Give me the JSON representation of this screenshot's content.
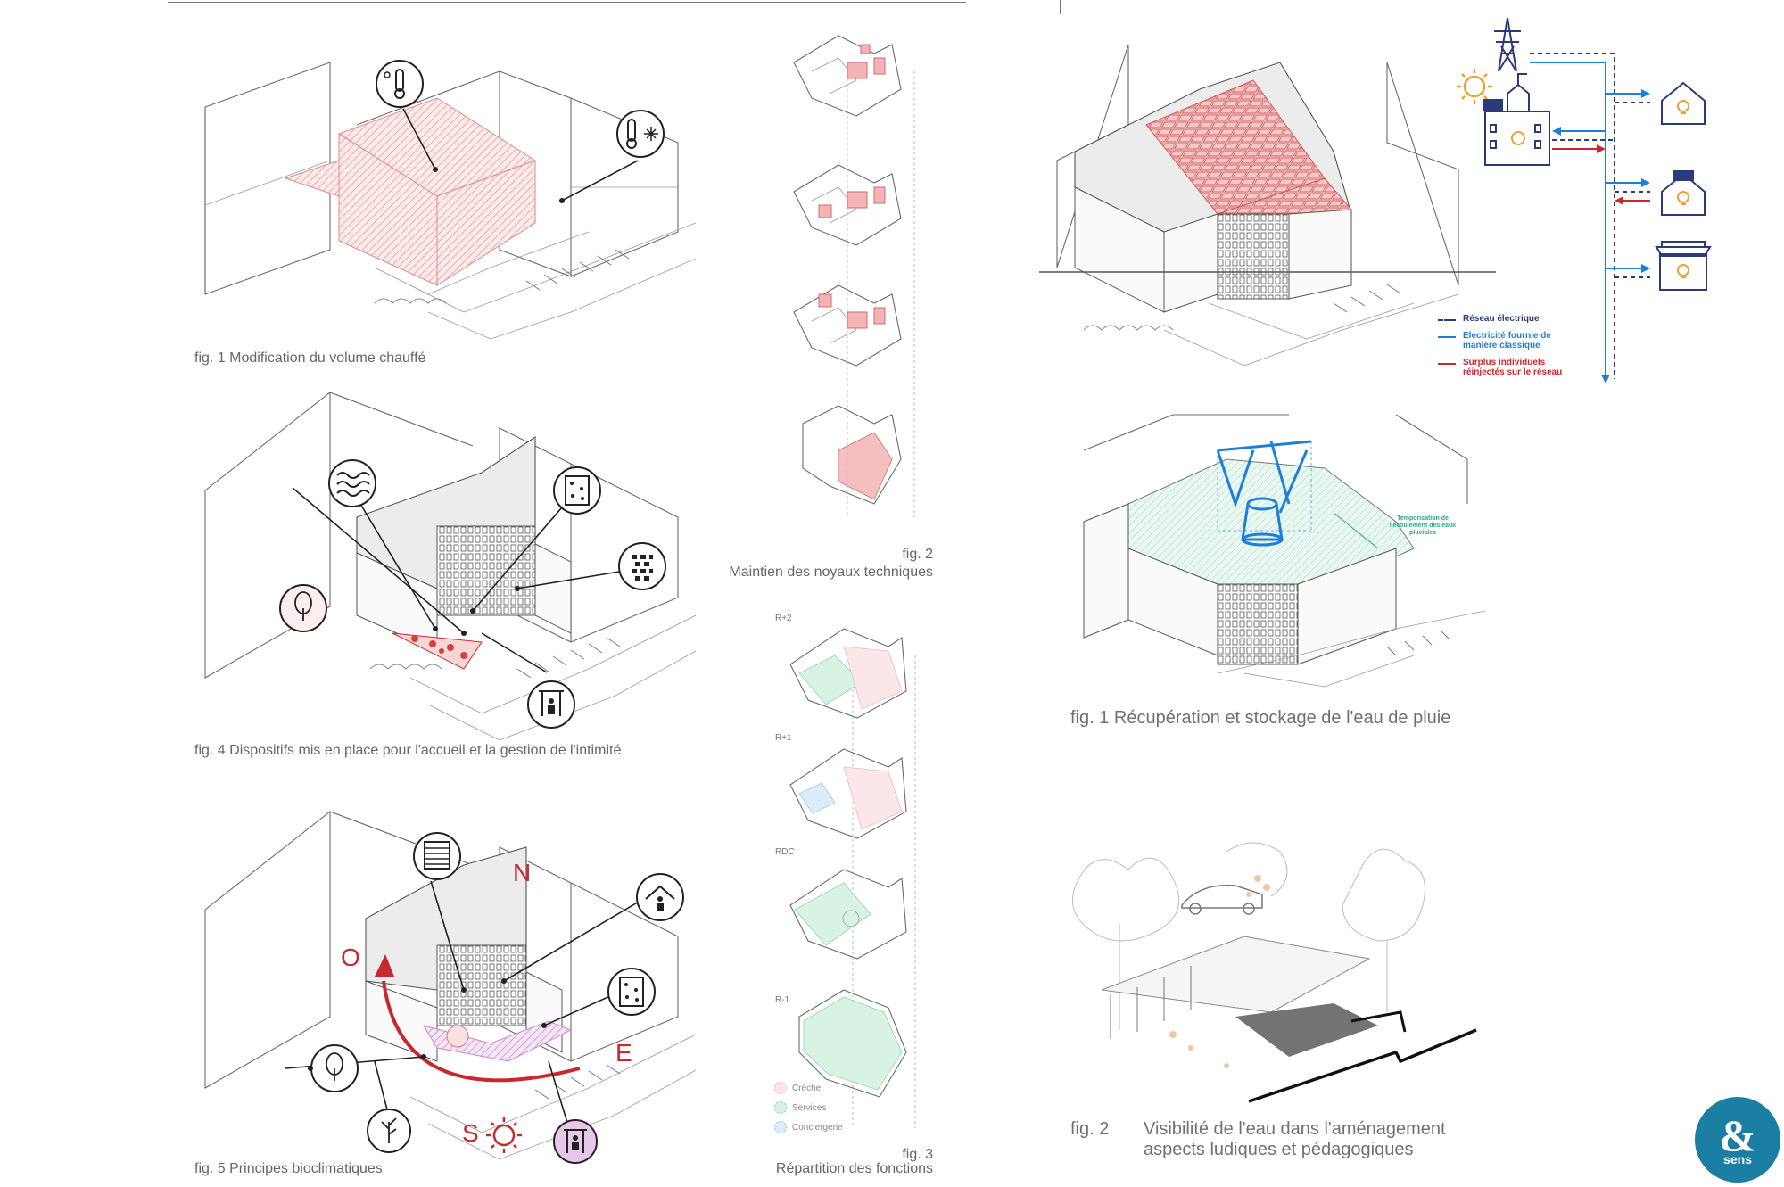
{
  "left_panel": {
    "fig1_caption": "fig. 1 Modification du volume chauffé",
    "fig4_caption": "fig. 4 Dispositifs mis en place pour l'accueil et la gestion de l'intimité",
    "fig5_caption": "fig. 5 Principes bioclimatiques",
    "compass": {
      "north": "N",
      "west": "O",
      "east": "E",
      "south": "S"
    },
    "fig2_num": "fig. 2",
    "fig2_caption": "Maintien des noyaux techniques",
    "fig3_num": "fig. 3",
    "fig3_caption": "Répartition des fonctions",
    "floor_labels": [
      "R+2",
      "R+1",
      "RDC",
      "R-1"
    ],
    "function_legend": [
      {
        "label": "Crèche",
        "color": "#f5b8c0"
      },
      {
        "label": "Services",
        "color": "#8fd6b4"
      },
      {
        "label": "Conciergerie",
        "color": "#9cc8ee"
      }
    ]
  },
  "right_panel": {
    "network_legend": [
      {
        "label": "Réseau électrique",
        "color": "#2b3a78",
        "style": "dashed"
      },
      {
        "label": "Electricité fournie de manière classique",
        "color": "#1f7fd6",
        "style": "solid"
      },
      {
        "label": "Surplus individuels réinjectés sur le réseau",
        "color": "#c8282e",
        "style": "solid"
      }
    ],
    "water_annotation": "Temporisation de l'écoulement des eaux pluviales",
    "rain_caption": "fig. 1 Récupération et stockage de l'eau de pluie",
    "water_caption_num": "fig. 2",
    "water_caption_line1": "Visibilité de l'eau dans l'aménagement",
    "water_caption_line2": "aspects ludiques et pédagogiques",
    "logo_text": "sens"
  },
  "colors": {
    "accent_red": "#c8282e",
    "network_blue": "#1f7fd6",
    "network_navy": "#2b3a78",
    "logo_teal": "#1b7fa3"
  }
}
